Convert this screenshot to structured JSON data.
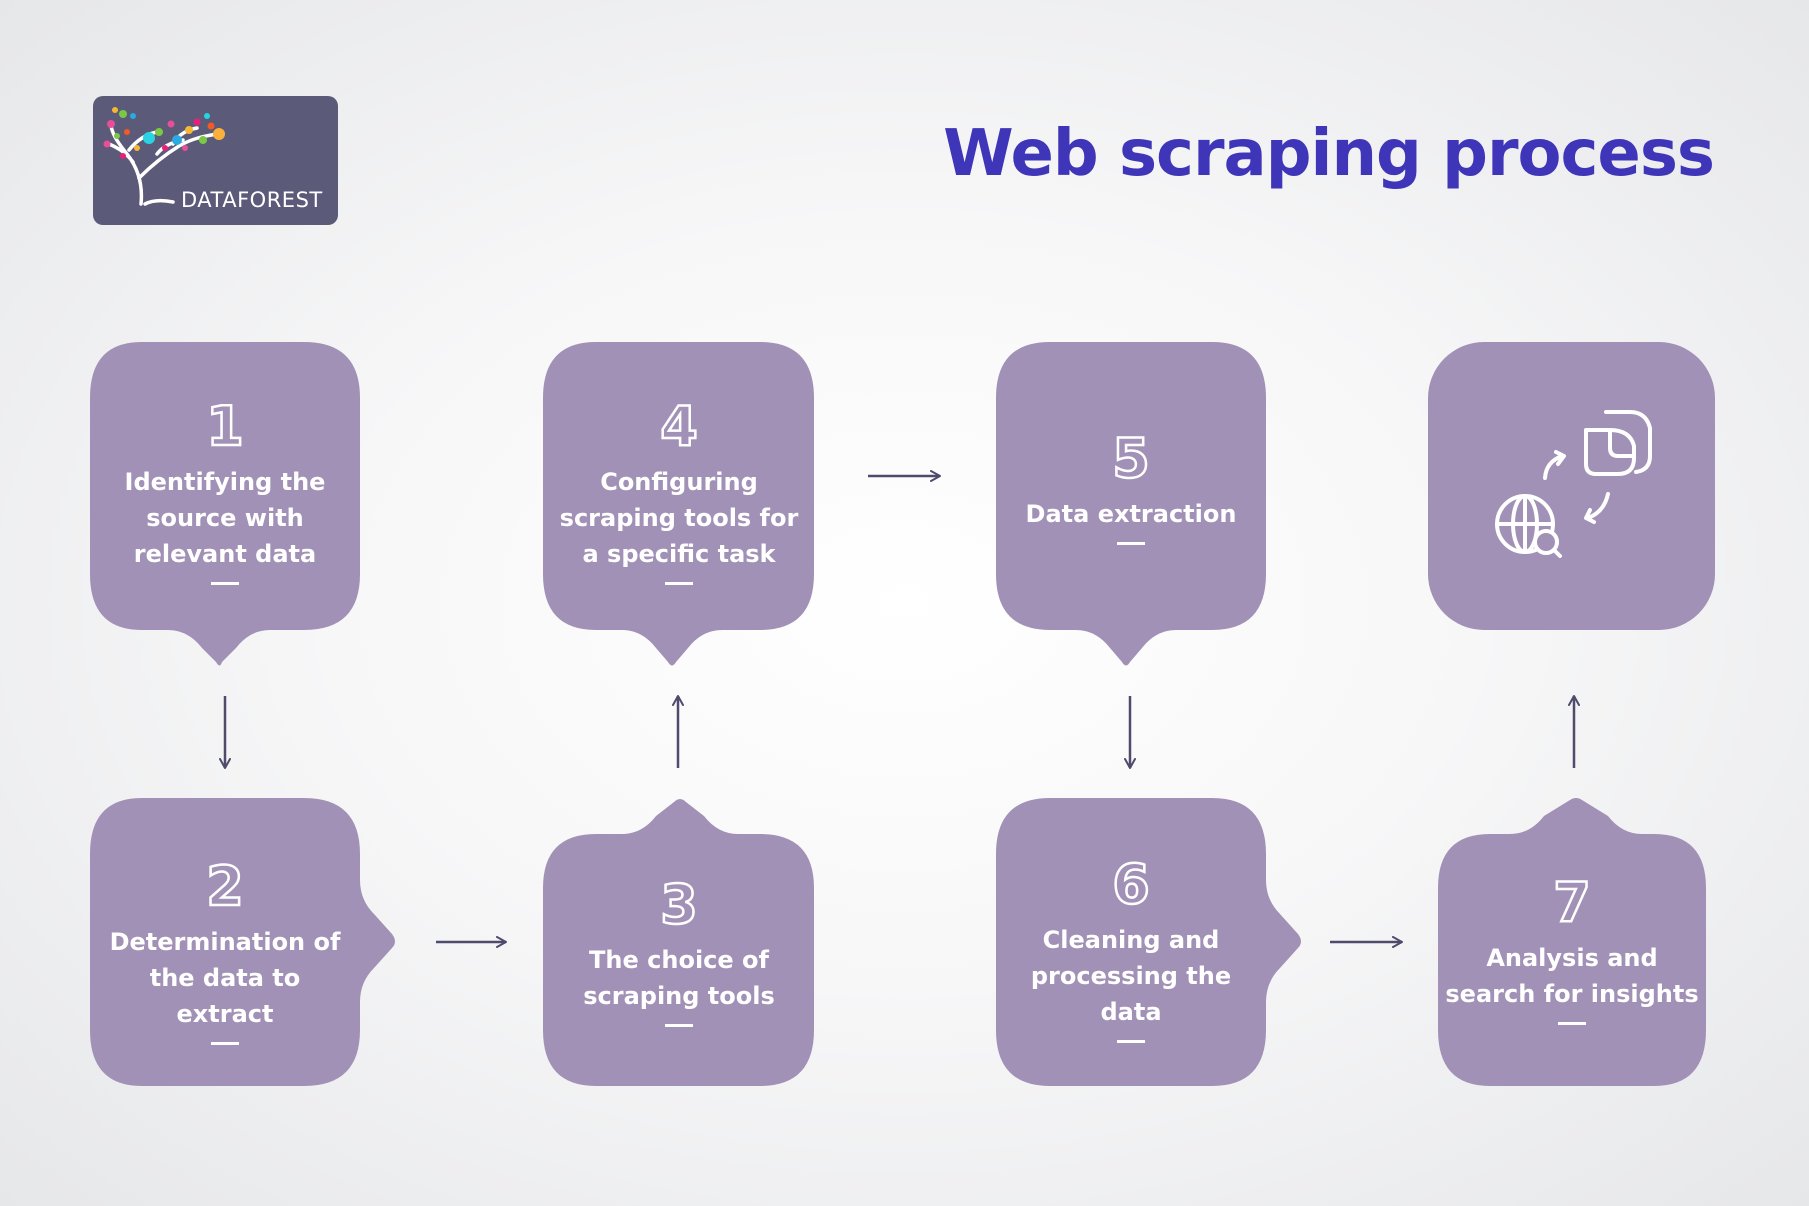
{
  "title": "Web scraping process",
  "logo": {
    "name": "DATAFOREST"
  },
  "colors": {
    "title": "#3f35b8",
    "card": "#a291b6",
    "arrow": "#4e4b6c",
    "logo_bg": "#5c5a79"
  },
  "steps": [
    {
      "number": "1",
      "label": "Identifying the source with relevant data"
    },
    {
      "number": "2",
      "label": "Determination of the data to extract"
    },
    {
      "number": "3",
      "label": "The choice of scraping tools"
    },
    {
      "number": "4",
      "label": "Configuring scraping tools for a specific task"
    },
    {
      "number": "5",
      "label": "Data extraction"
    },
    {
      "number": "6",
      "label": "Cleaning and processing the data"
    },
    {
      "number": "7",
      "label": "Analysis and search for insights"
    }
  ],
  "final_card": {
    "icons": [
      "globe-search-icon",
      "documents-icon",
      "cycle-arrows-icon"
    ]
  },
  "connections": [
    {
      "from": "1",
      "to": "2",
      "direction": "down"
    },
    {
      "from": "2",
      "to": "3",
      "direction": "right"
    },
    {
      "from": "3",
      "to": "4",
      "direction": "up"
    },
    {
      "from": "4",
      "to": "5",
      "direction": "right"
    },
    {
      "from": "5",
      "to": "6",
      "direction": "down"
    },
    {
      "from": "6",
      "to": "7",
      "direction": "right"
    },
    {
      "from": "7",
      "to": "final",
      "direction": "up"
    }
  ]
}
